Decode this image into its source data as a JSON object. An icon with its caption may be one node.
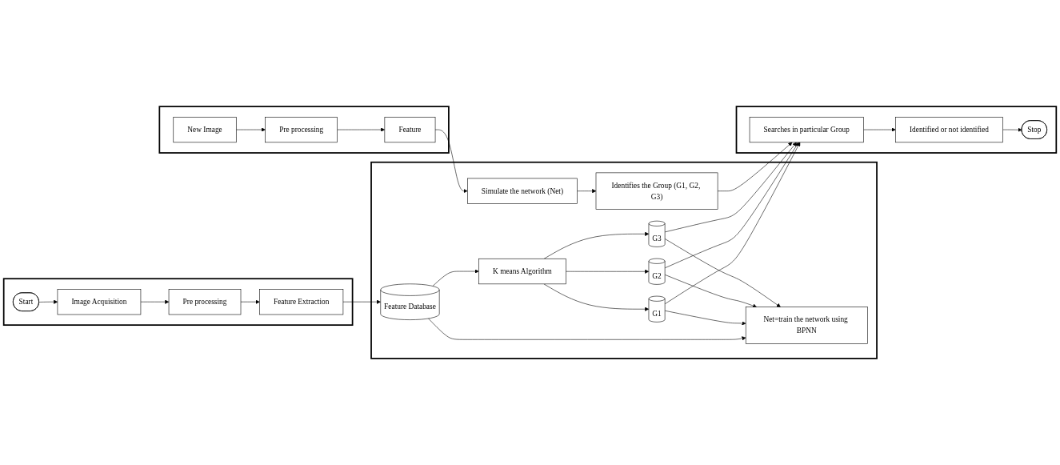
{
  "diagram": {
    "nodes": [
      {
        "text": [],
        "shape": "box"
      },
      {
        "text": [
          "Start"
        ],
        "in": 0
      },
      {
        "text": [
          "Image Acquisition"
        ],
        "in": 0
      },
      {
        "text": [
          "Pre processing"
        ],
        "in": 0
      },
      {
        "text": [
          "Feature Extraction"
        ],
        "in": 0
      },
      {
        "text": [],
        "shape": "box"
      },
      {
        "text": [
          "Feature Database"
        ],
        "in": 5
      },
      {
        "text": [
          "K means Algorithm"
        ],
        "in": 5
      },
      {
        "text": [
          "G1"
        ],
        "in": 5
      },
      {
        "text": [
          "G2"
        ],
        "in": 5
      },
      {
        "text": [
          "G3"
        ],
        "in": 5
      },
      {
        "text": [
          "Net=train the network using BPNN"
        ],
        "in": 5
      },
      {
        "text": [
          "Simulate the network (Net)"
        ],
        "in": 5
      },
      {
        "text": [
          "Identifies the Group (G1, G2, G3)"
        ],
        "in": 5
      },
      {
        "text": [],
        "shape": "box"
      },
      {
        "text": [
          "New Image"
        ],
        "in": 14
      },
      {
        "text": [
          "Pre processing"
        ],
        "in": 14
      },
      {
        "text": [
          "Feature"
        ],
        "in": 14
      },
      {
        "text": [],
        "shape": "box"
      },
      {
        "text": [
          "Searches in particular Group"
        ],
        "in": 18
      },
      {
        "text": [
          "Identified or not identified"
        ],
        "in": 18
      },
      {
        "text": [
          "Stop"
        ],
        "in": 18
      }
    ],
    "edges": [
      {
        "from": 1,
        "to": 2,
        "arrow": "to"
      },
      {
        "from": 2,
        "to": 3,
        "arrow": "to"
      },
      {
        "from": 3,
        "to": 4,
        "arrow": "to"
      },
      {
        "from": 4,
        "to": 6,
        "arrow": "to"
      },
      {
        "from": 6,
        "to": 7,
        "arrow": "to"
      },
      {
        "from": 6,
        "to": 11,
        "arrow": "to"
      },
      {
        "from": 7,
        "to": 8,
        "arrow": "to"
      },
      {
        "from": 7,
        "to": 9,
        "arrow": "to"
      },
      {
        "from": 7,
        "to": 10,
        "arrow": "to"
      },
      {
        "from": 8,
        "to": 11,
        "arrow": "to"
      },
      {
        "from": 9,
        "to": 11,
        "arrow": "to"
      },
      {
        "from": 10,
        "to": 11,
        "arrow": "to"
      },
      {
        "from": 8,
        "to": 19,
        "arrow": "to"
      },
      {
        "from": 9,
        "to": 19,
        "arrow": "to"
      },
      {
        "from": 10,
        "to": 19,
        "arrow": "to"
      },
      {
        "from": 15,
        "to": 16,
        "arrow": "to"
      },
      {
        "from": 16,
        "to": 17,
        "arrow": "to"
      },
      {
        "from": 17,
        "to": 12,
        "arrow": "to"
      },
      {
        "from": 12,
        "to": 13,
        "arrow": "to"
      },
      {
        "from": 13,
        "to": 19,
        "arrow": "to"
      },
      {
        "from": 19,
        "to": 20,
        "arrow": "to"
      },
      {
        "from": 20,
        "to": 21,
        "arrow": "to"
      }
    ]
  }
}
